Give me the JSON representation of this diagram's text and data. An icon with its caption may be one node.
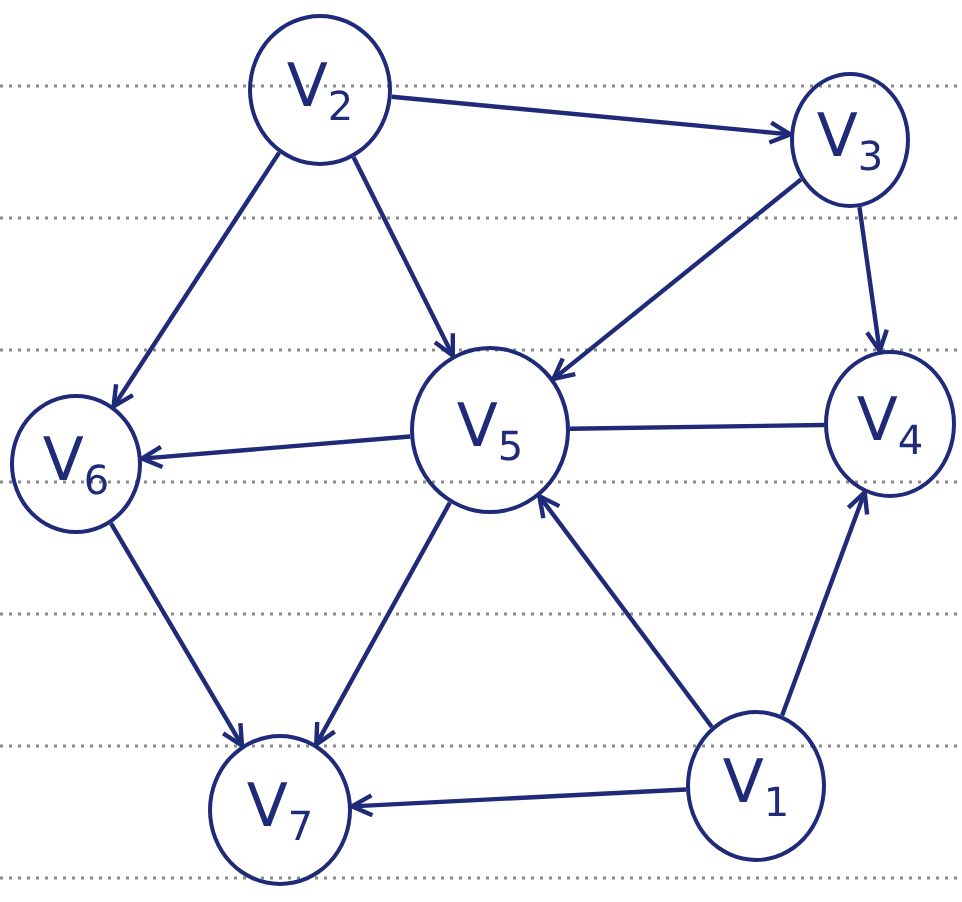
{
  "diagram": {
    "nodes": [
      {
        "text": [
          "V$_{2}$"
        ]
      },
      {
        "text": [
          "V$_{3}$"
        ]
      },
      {
        "text": [
          "V$_{6}$"
        ]
      },
      {
        "text": [
          "V$_{5}$"
        ]
      },
      {
        "text": [
          "V$_{4}$"
        ]
      },
      {
        "text": [
          "V$_{7}$"
        ]
      },
      {
        "text": [
          "V$_{1}$"
        ]
      }
    ],
    "edges": [
      {
        "from": 0,
        "to": 1,
        "arrow": "to"
      },
      {
        "from": 0,
        "to": 2,
        "arrow": "to"
      },
      {
        "from": 0,
        "to": 3,
        "arrow": "to"
      },
      {
        "from": 1,
        "to": 3,
        "arrow": "to"
      },
      {
        "from": 1,
        "to": 4,
        "arrow": "to"
      },
      {
        "from": 3,
        "to": 2,
        "arrow": "to"
      },
      {
        "from": 3,
        "to": 4,
        "arrow": "none"
      },
      {
        "from": 3,
        "to": 5,
        "arrow": "to"
      },
      {
        "from": 2,
        "to": 5,
        "arrow": "to"
      },
      {
        "from": 6,
        "to": 5,
        "arrow": "to"
      },
      {
        "from": 6,
        "to": 3,
        "arrow": "to"
      },
      {
        "from": 6,
        "to": 4,
        "arrow": "to"
      }
    ]
  }
}
